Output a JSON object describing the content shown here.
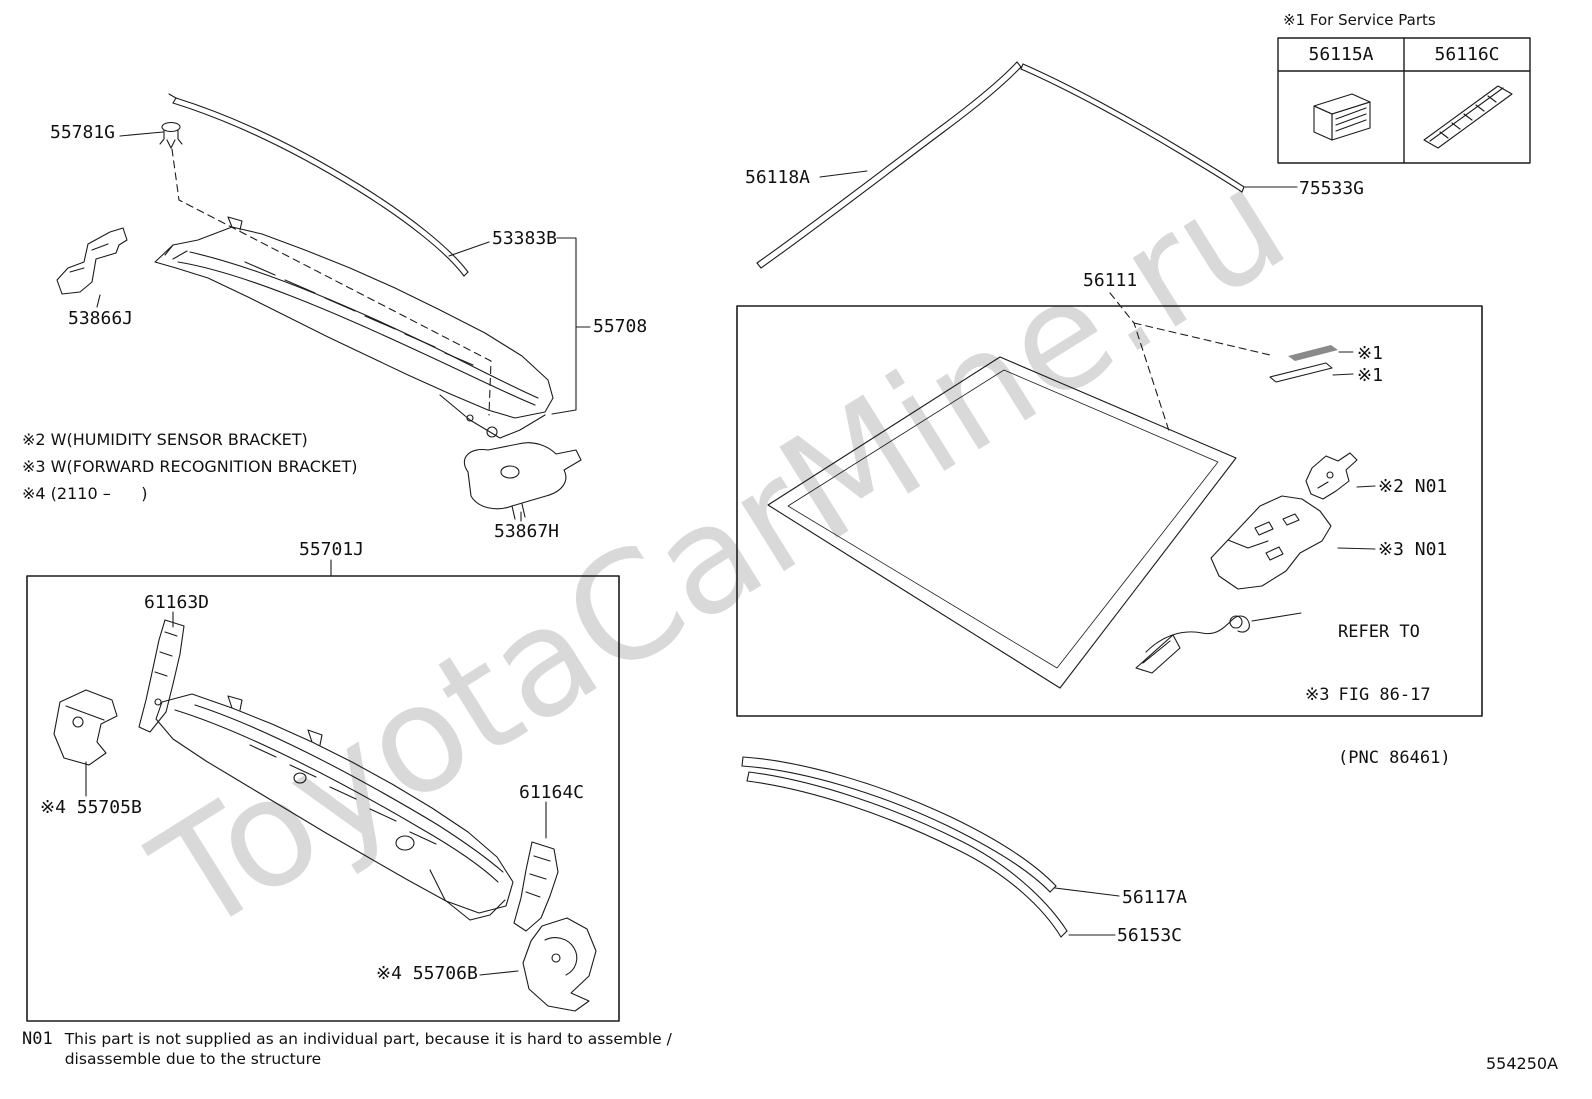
{
  "page": {
    "watermark": "ToyotaCarMine.ru",
    "doc_number": "554250A"
  },
  "service_parts": {
    "title": "※1 For Service Parts",
    "columns": [
      {
        "part_no": "56115A"
      },
      {
        "part_no": "56116C"
      }
    ]
  },
  "parts": {
    "p55781G": "55781G",
    "p53383B": "53383B",
    "p55708": "55708",
    "p53866J": "53866J",
    "p53867H": "53867H",
    "p55701J": "55701J",
    "p61163D": "61163D",
    "p55705B": "※4 55705B",
    "p61164C": "61164C",
    "p55706B": "※4 55706B",
    "p56118A": "56118A",
    "p75533G": "75533G",
    "p56111": "56111",
    "p56117A": "56117A",
    "p56153C": "56153C"
  },
  "refs": {
    "ref1a": "※1",
    "ref1b": "※1",
    "ref2_n01": "※2 N01",
    "ref3_n01": "※3 N01",
    "refer_to": "REFER TO",
    "fig_prefix": "※3",
    "fig": "FIG 86-17",
    "pnc": "(PNC 86461)"
  },
  "notes": {
    "note2": "※2 W(HUMIDITY SENSOR BRACKET)",
    "note3": "※3 W(FORWARD RECOGNITION BRACKET)",
    "note4": "※4 (2110 –      )"
  },
  "footer": {
    "code": "N01",
    "line1": "This part is not supplied as an individual part, because it is hard to assemble /",
    "line2": "disassemble due to the structure"
  }
}
